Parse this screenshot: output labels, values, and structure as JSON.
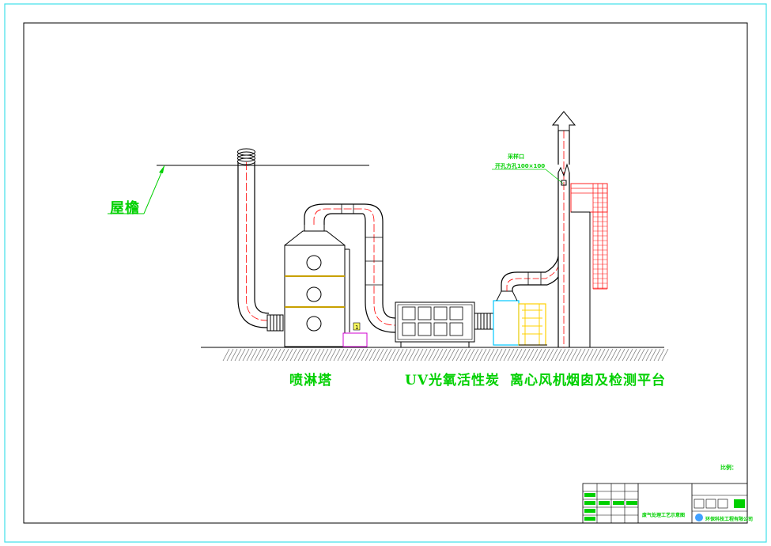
{
  "labels": {
    "roof_eave": "屋檐",
    "spray_tower": "喷淋塔",
    "uv_carbon": "UV光氧活性炭",
    "centrifugal_fan": "离心风机",
    "chimney_platform": "烟囱及检测平台",
    "sampling_port": "采样口",
    "sampling_spec": "开孔方孔100×100",
    "scale_note": "比例：",
    "tower_mark": "1"
  },
  "title_block": {
    "drawing_title": "废气处理工艺示意图",
    "company": "环保科技工程有限公司"
  },
  "colors": {
    "frame_outer": "#40e0e8",
    "frame_inner": "#000000",
    "duct": "#000000",
    "centerline": "#ff0000",
    "bands": "#c8a000",
    "label": "#00d000",
    "fan_body": "#00c8ff",
    "motor": "#ffd000",
    "platform": "#ff2020",
    "ground_hatch": "#707070",
    "pump_box": "#d000d0"
  }
}
